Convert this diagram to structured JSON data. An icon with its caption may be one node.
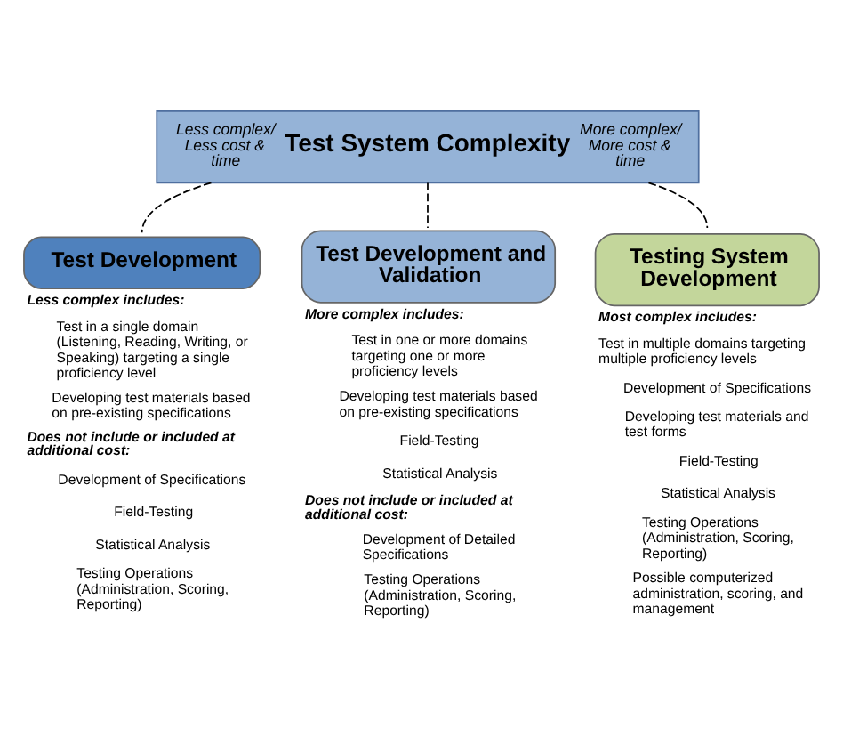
{
  "diagram": {
    "nodes": [
      {
        "text": [
          "Less complex/ Less cost & time",
          "Test System Complexity",
          "More complex/ More cost & time"
        ]
      },
      {
        "text": [
          "Test Development"
        ],
        "beside": [
          "Less complex includes:",
          "Test in a single domain (Listening, Reading, Writing, or Speaking) targeting a single proficiency level",
          "Developing test materials based on pre-existing specifications",
          "Does not include or included at additional cost:",
          "Development of Specifications",
          "Field-Testing",
          "Statistical Analysis",
          "Testing Operations (Administration, Scoring, Reporting)"
        ]
      },
      {
        "text": [
          "Test Development and Validation"
        ],
        "beside": [
          "More complex includes:",
          "Test in one or more domains targeting one or more proficiency levels",
          "Developing test materials based on pre-existing specifications",
          "Field-Testing",
          "Statistical Analysis",
          "Does not include or included at additional cost:",
          "Development of Detailed Specifications",
          "Testing Operations (Administration, Scoring, Reporting)"
        ]
      },
      {
        "text": [
          "Testing System Development"
        ],
        "beside": [
          "Most complex includes:",
          "Test in multiple domains targeting multiple proficiency levels",
          "Development of Specifications",
          "Developing test materials and test forms",
          "Field-Testing",
          "Statistical Analysis",
          "Testing Operations (Administration, Scoring, Reporting)",
          "Possible computerized administration, scoring, and management"
        ]
      }
    ],
    "edges": [
      {
        "from": 0,
        "to": 1,
        "arrow": "none",
        "style": "dashed"
      },
      {
        "from": 0,
        "to": 2,
        "arrow": "none",
        "style": "dashed"
      },
      {
        "from": 0,
        "to": 3,
        "arrow": "none",
        "style": "dashed"
      }
    ]
  }
}
